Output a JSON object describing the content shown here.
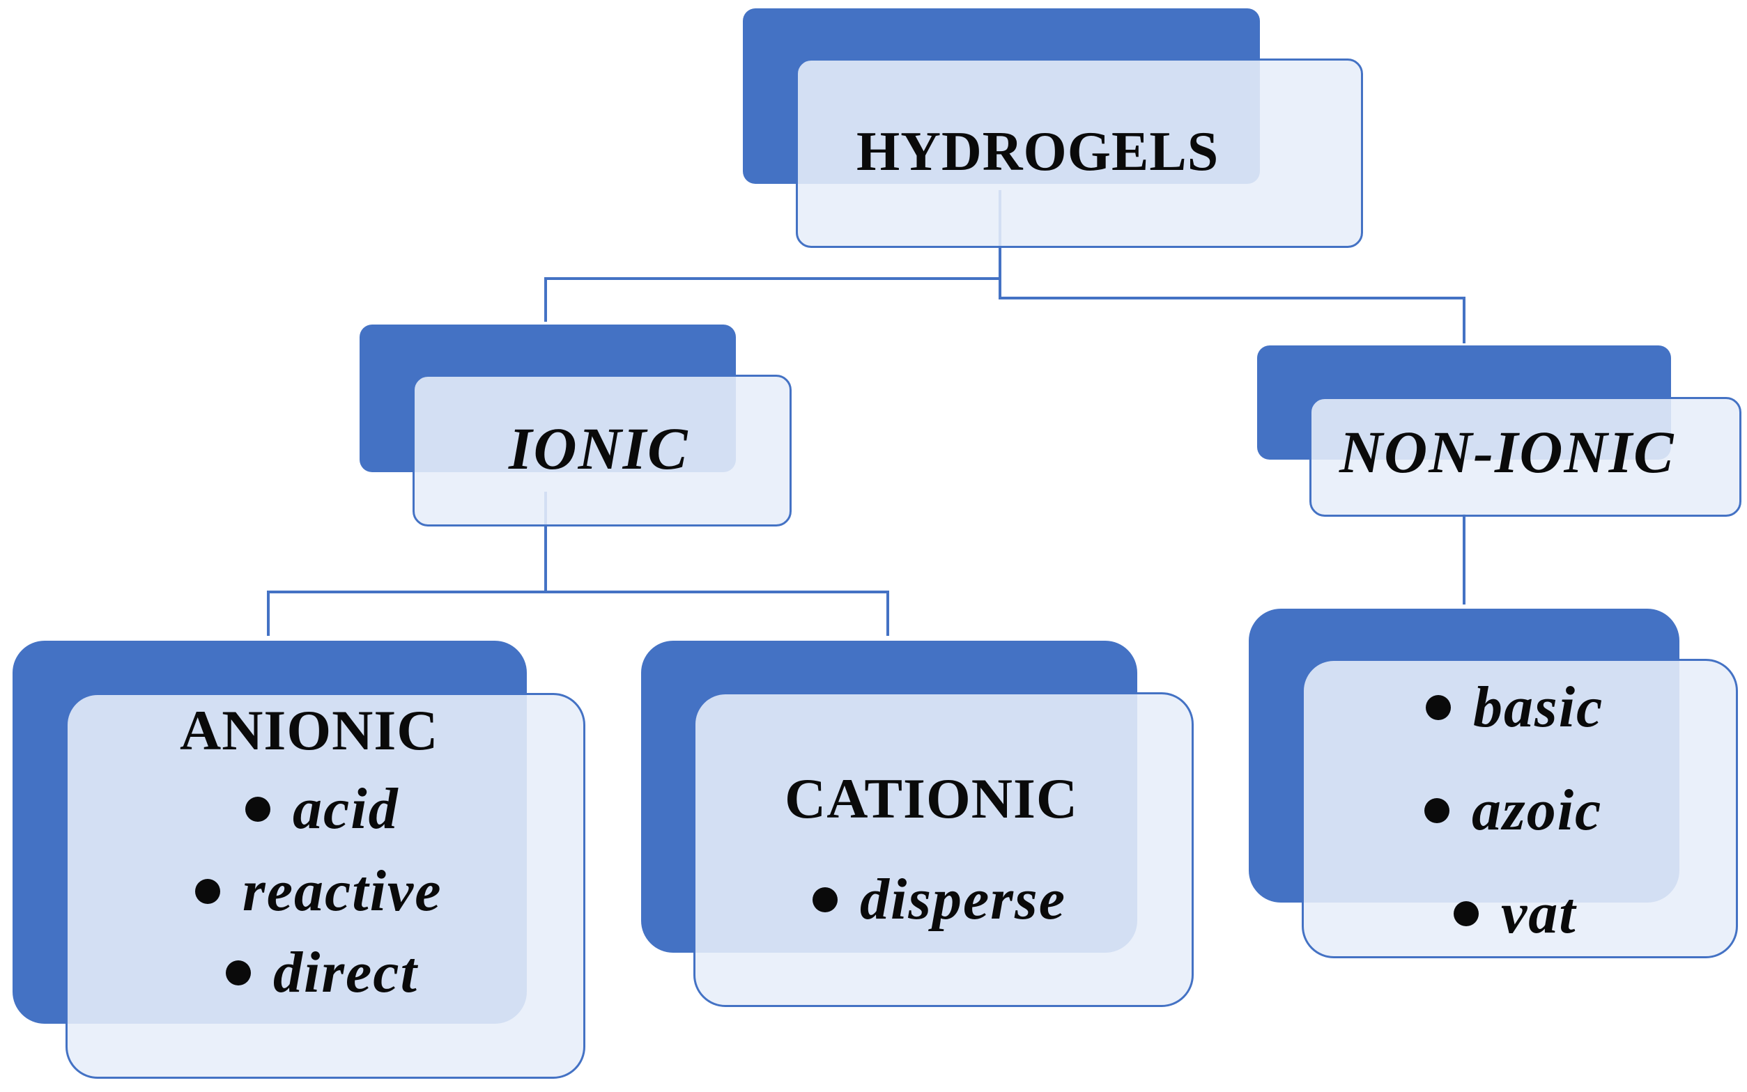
{
  "diagram": {
    "root": {
      "label": "HYDROGELS"
    },
    "ionic": {
      "label": "IONIC"
    },
    "non_ionic": {
      "label": "NON-IONIC",
      "items": [
        "basic",
        "azoic",
        "vat"
      ]
    },
    "anionic": {
      "label": "ANIONIC",
      "items": [
        "acid",
        "reactive",
        "direct"
      ]
    },
    "cationic": {
      "label": "CATIONIC",
      "items": [
        "disperse"
      ]
    }
  },
  "colors": {
    "accent": "#4472c4",
    "box_fill": "#e7eef9",
    "text": "#0a0a0a"
  }
}
